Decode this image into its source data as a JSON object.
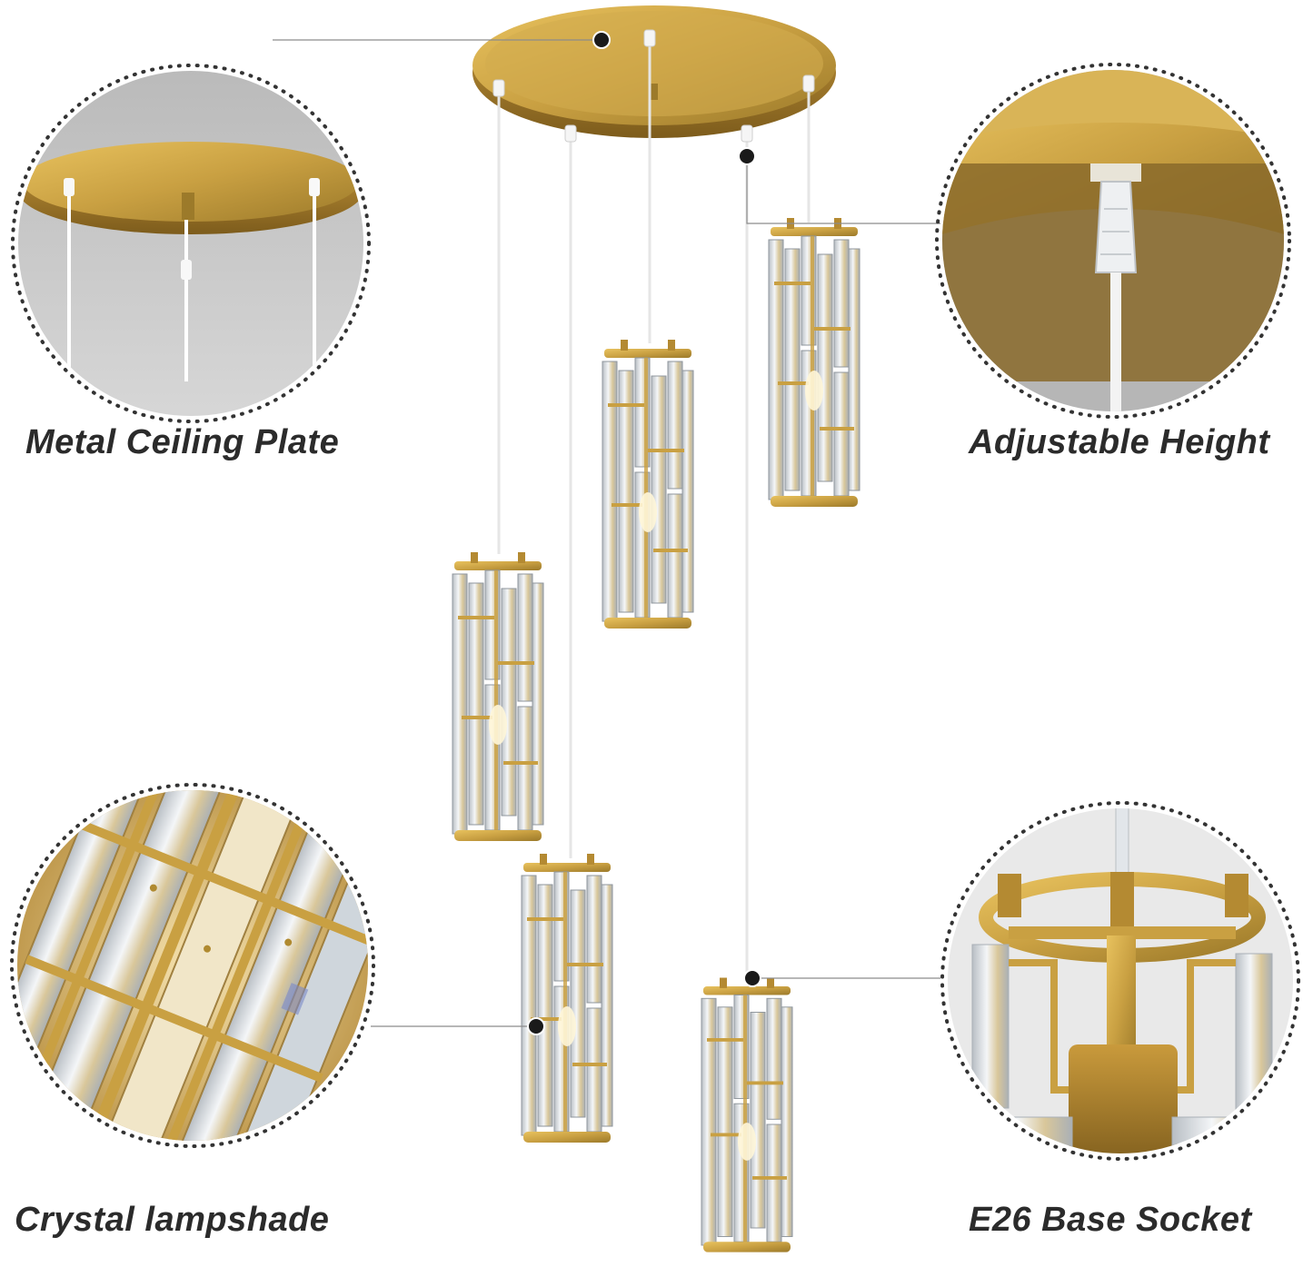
{
  "colors": {
    "gold": "#c9a042",
    "gold_dark": "#8a6a22",
    "crystal": "#dfe4e8",
    "callout_line": "#8c8c8c",
    "dotted_border": "#333333",
    "label_text": "#2b2b2b"
  },
  "callouts": {
    "ceiling_plate": {
      "label": "Metal Ceiling Plate",
      "icon": "ceiling-plate-detail"
    },
    "adjustable_height": {
      "label": "Adjustable Height",
      "icon": "cord-connector-detail"
    },
    "crystal_lampshade": {
      "label": "Crystal lampshade",
      "icon": "crystal-closeup-detail"
    },
    "base_socket": {
      "label": "E26 Base Socket",
      "icon": "socket-detail"
    }
  },
  "product": {
    "pendant_count": 5,
    "icon": "chandelier-product"
  }
}
